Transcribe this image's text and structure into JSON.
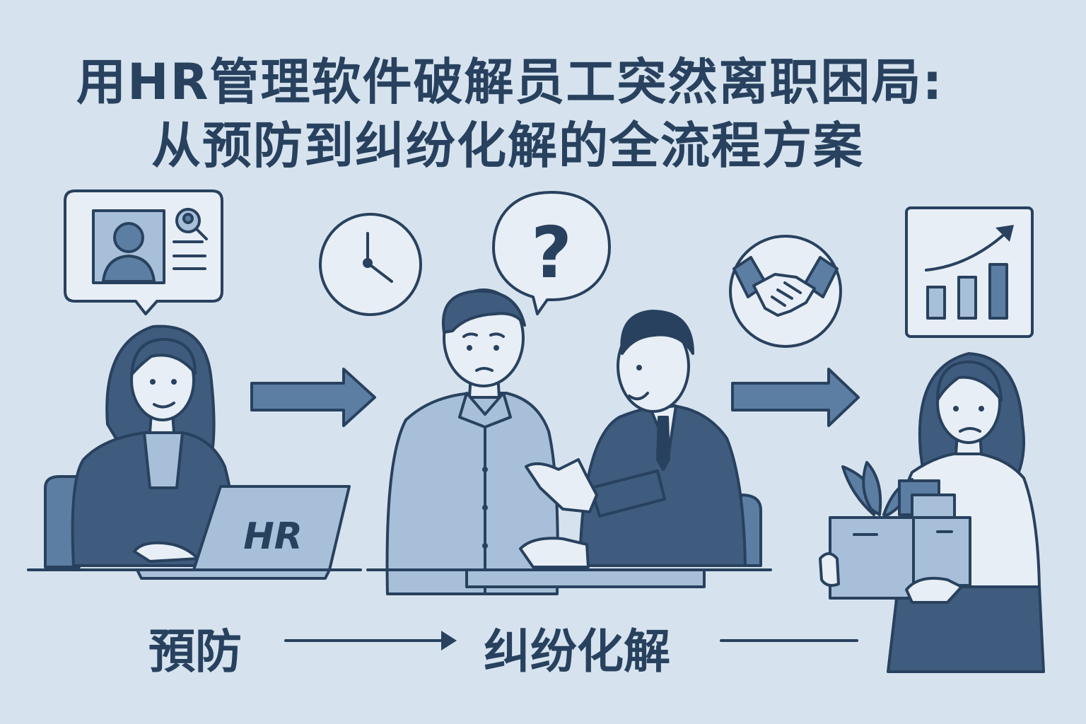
{
  "title": {
    "line1": "用HR管理软件破解员工突然离职困局:",
    "line2": "从预防到纠纷化解的全流程方案"
  },
  "laptop_label": "HR",
  "question_mark": "?",
  "steps": {
    "prevention": "預防",
    "resolution": "纠纷化解"
  },
  "colors": {
    "background": "#d6e3ee",
    "navy": "#28415e",
    "mid_blue": "#5d7ea3",
    "light_blue": "#a7bfd8",
    "pale": "#e7eef5"
  },
  "icons": [
    "profile-card-icon",
    "search-icon",
    "clock-icon",
    "question-bubble-icon",
    "handshake-icon",
    "growth-chart-icon",
    "arrow-right-icon",
    "plant-icon",
    "box-icon"
  ]
}
